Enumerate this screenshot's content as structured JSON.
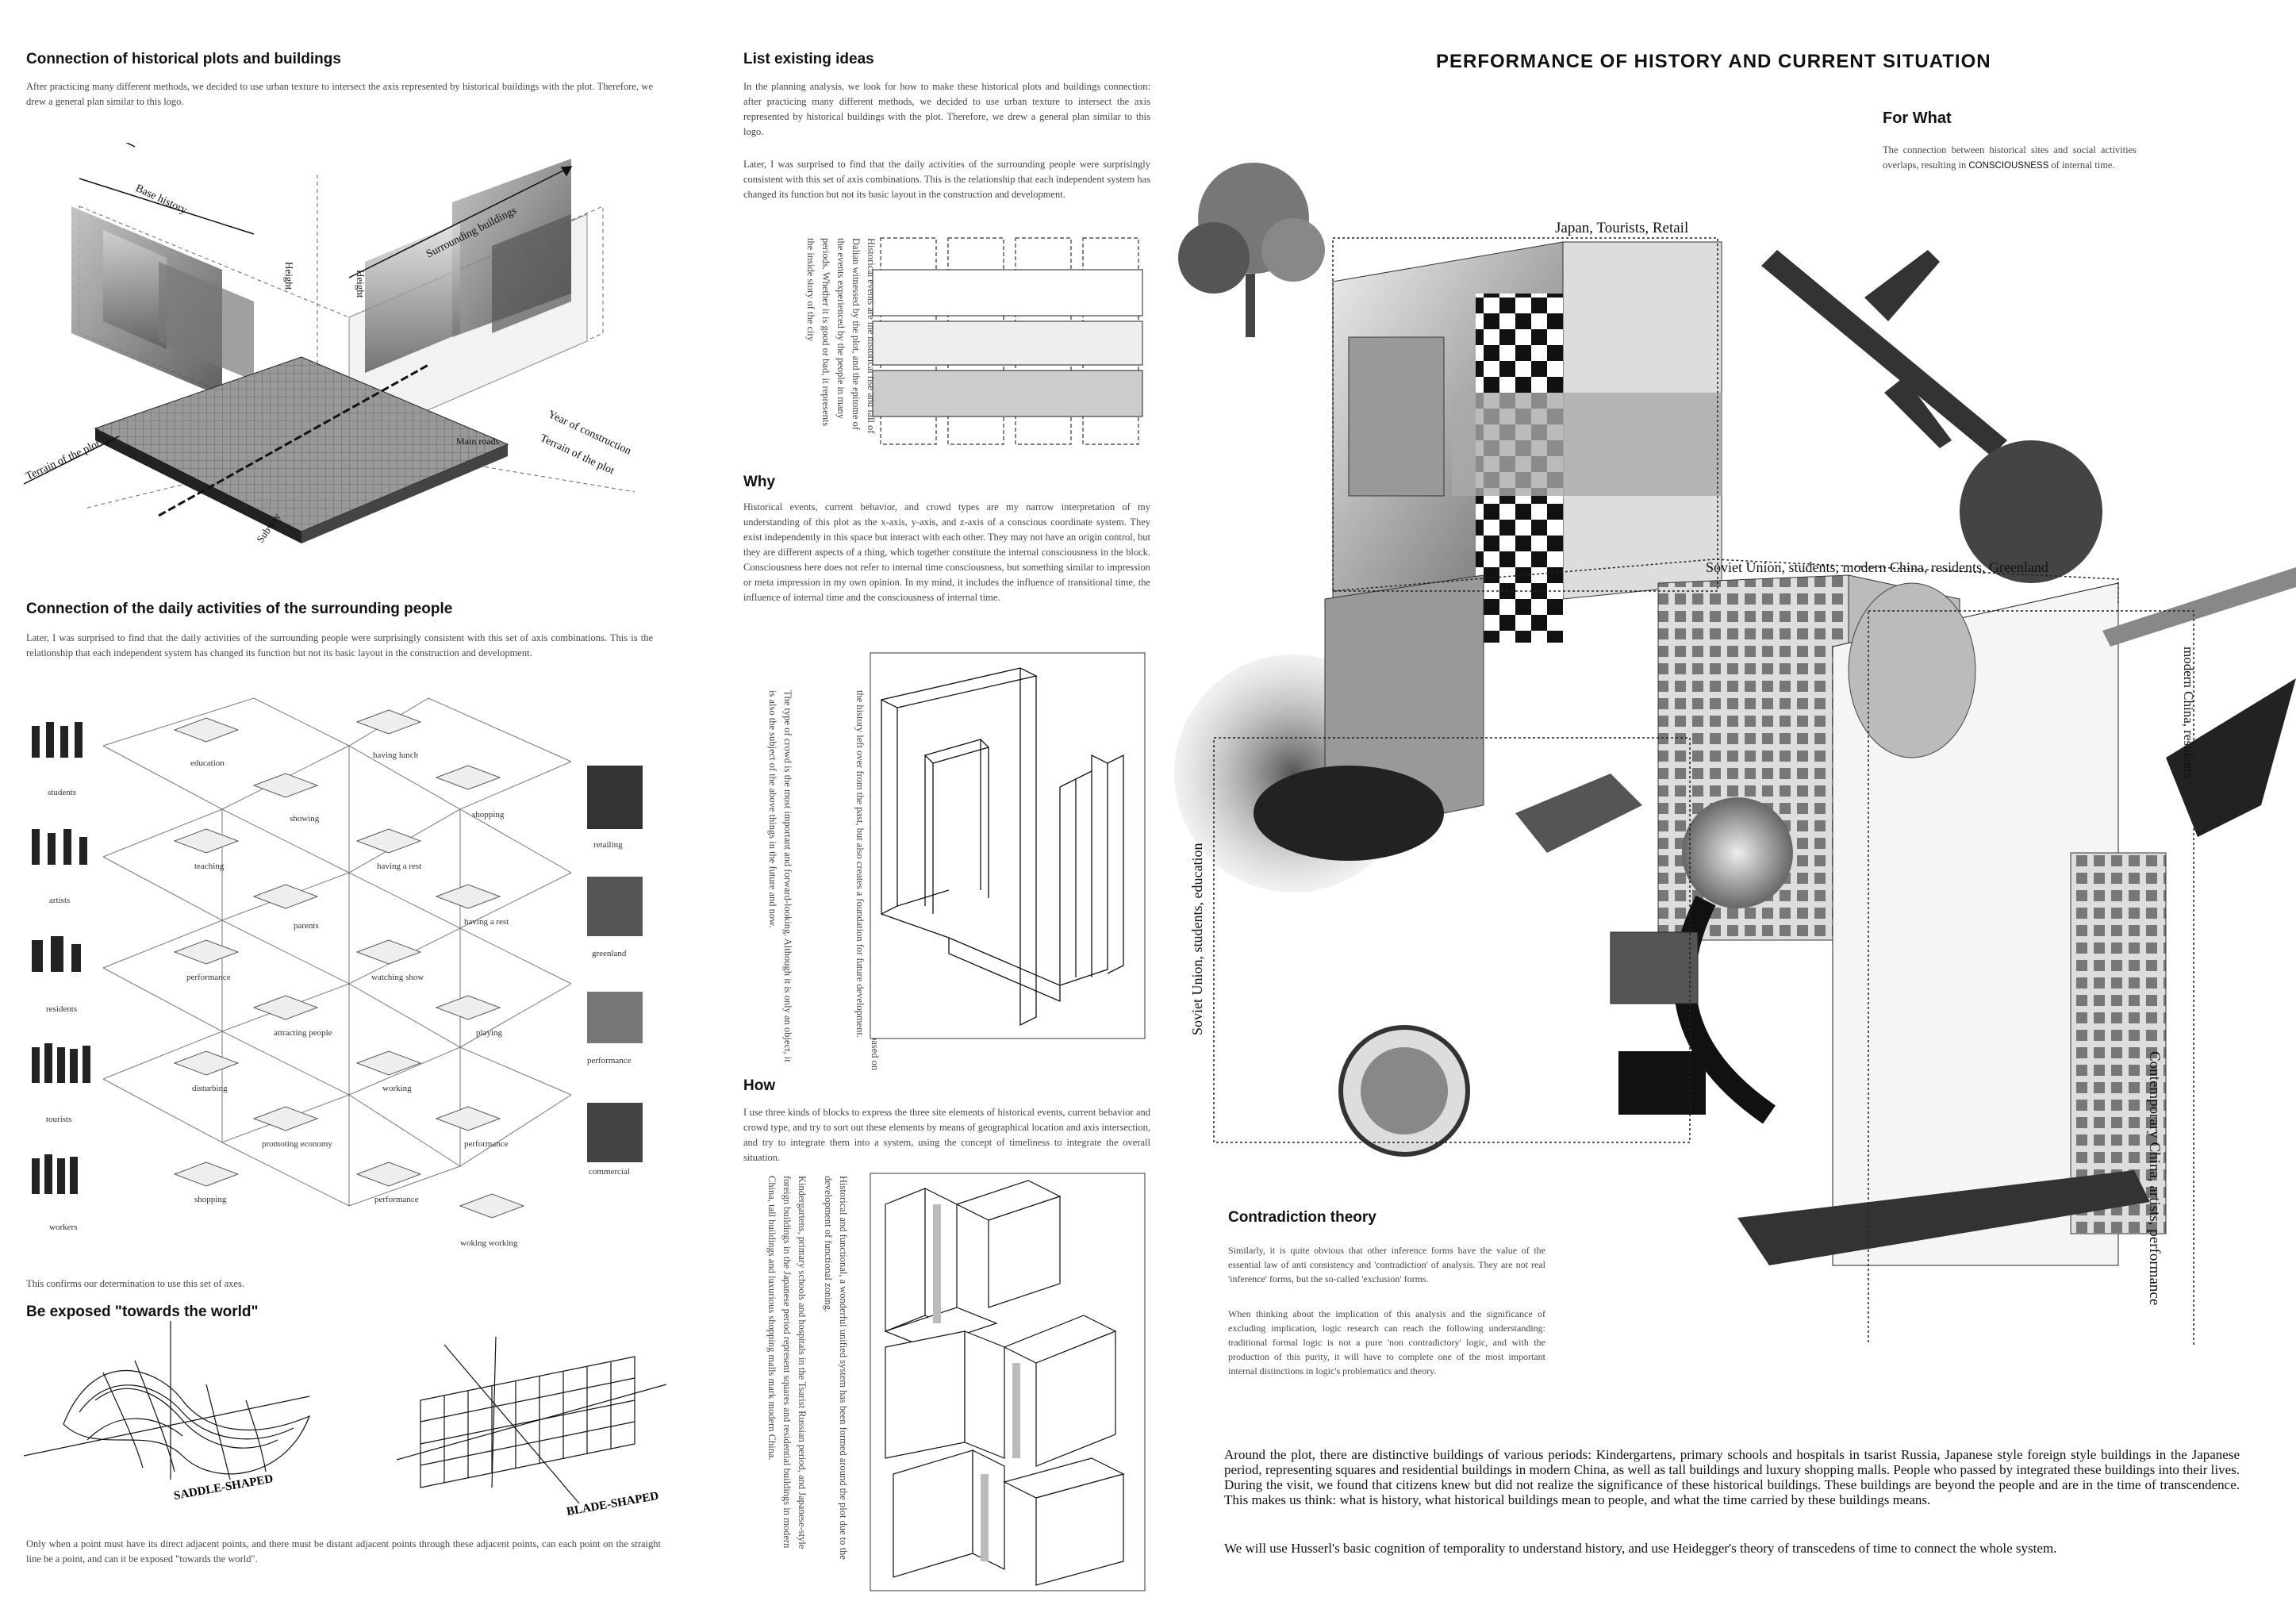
{
  "col1": {
    "s1": {
      "heading": "Connection of historical plots and buildings",
      "body": "After practicing many different methods, we decided to use urban texture to intersect the axis represented by historical buildings with the plot. Therefore, we drew a general plan similar to this logo.",
      "labels": {
        "base_history": "Base history",
        "surrounding_buildings": "Surrounding buildings",
        "height_a": "Height",
        "height_b": "Height",
        "terrain_left": "Terrain of the plot",
        "terrain_right": "Terrain of the plot",
        "year_construction": "Year of construction",
        "main_roads": "Main roads",
        "subway": "Subway"
      }
    },
    "s2": {
      "heading": "Connection of the daily activities of the surrounding people",
      "body": "Later, I was surprised to find that the daily activities of the surrounding people were surprisingly consistent with this set of axis combinations. This is the relationship that each independent system has changed its function but not its basic layout in the construction and development.",
      "people": [
        "students",
        "artists",
        "residents",
        "tourists",
        "workers"
      ],
      "places": [
        "retailing",
        "greenland",
        "performance",
        "commercial"
      ],
      "activities": [
        "education",
        "having lunch",
        "showing",
        "shopping",
        "teaching",
        "having a rest",
        "parents",
        "having a rest",
        "performance",
        "watching show",
        "attracting people",
        "playing",
        "disturbing",
        "working",
        "promoting economy",
        "performance",
        "shopping",
        "performance",
        "woking working"
      ],
      "confirm": "This confirms our determination to use this set of axes."
    },
    "s3": {
      "heading": "Be exposed \"towards the world\"",
      "saddle": "SADDLE-SHAPED",
      "blade": "BLADE-SHAPED",
      "body": "Only when a point must have its direct adjacent points, and there must be distant adjacent points through these adjacent points, can each point on the straight line be a point, and can it be exposed \"towards the world\"."
    }
  },
  "col2": {
    "s1": {
      "heading": "List existing ideas",
      "body1": "In the planning analysis, we look for how to make these historical plots and buildings connection: after practicing many different methods, we decided to use urban texture to intersect the axis represented by historical buildings with the plot. Therefore, we drew a general plan similar to this logo.",
      "body2": "Later, I was surprised to find that the daily activities of the surrounding people were surprisingly consistent with this set of axis combinations. This is the relationship that each independent system has changed its function but not its basic layout in the construction and development.",
      "vertical": "Historical events are the historical rise and fall of Dalian witnessed by the plot, and the epitome of the events experienced by the people in many periods. Whether it is good or bad, it represents the inside story of the city"
    },
    "s2": {
      "heading": "Why",
      "body": "Historical events, current behavior, and crowd types are my narrow interpretation of my understanding of this plot as the x-axis, y-axis, and z-axis of a conscious coordinate system. They exist independently in this space but interact with each other. They may not have an origin control, but they are different aspects of a thing, which together constitute the internal consciousness in the block. Consciousness here does not refer to internal time consciousness, but something similar to impression or meta impression in my own opinion. In my mind, it includes the influence of transitional time, the influence of internal time and the consciousness of internal time.",
      "vertical1": "Current situation behavior is the way people use this base at present, which is not only based on the history left over from the past, but also creates a foundation for future development.",
      "vertical2": "The type of crowd is the most important and forward-looking. Although it is only an object, it is also the subject of the above things in the future and now."
    },
    "s3": {
      "heading": "How",
      "body": "I use three kinds of blocks to express the three site elements of historical events, current behavior and crowd type, and try to sort out these elements by means of geographical location and axis intersection, and try to integrate them into a system, using the concept of timeliness to integrate the overall situation.",
      "vertical1": "Historical and functional, a wonderful unified system has been formed around the plot due to the development of functional zoning.",
      "vertical2": "Kindergartens, primary schools and hospitals in the Tsarist Russian period, and Japanese-style foreign buildings in the Japanese period represent squares and residential buildings in modern China, tall buildings and luxurious shopping malls mark modern China."
    }
  },
  "col3": {
    "title": "PERFORMANCE OF HISTORY AND CURRENT SITUATION",
    "for_what_heading": "For What",
    "for_what_body_a": "The connection between historical sites and social activities overlaps, resulting in ",
    "for_what_body_b": "CONSCIOUSNESS",
    "for_what_body_c": " of internal time.",
    "collage_labels": {
      "top": "Japan, Tourists, Retail",
      "middle": "Soviet Union, students,  modern China, residents, Greenland",
      "left": "Soviet Union, students, education",
      "right": "Contemporary China, artists, performance",
      "right_top": "modern China, residents"
    },
    "contradiction_heading": "Contradiction theory",
    "contradiction_body1": "Similarly, it is quite obvious that other inference forms have the value of the essential law of anti consistency and 'contradiction' of analysis. They are not real 'inference' forms, but the so-called 'exclusion' forms.",
    "contradiction_body2": "When thinking about the implication of this analysis and the significance of excluding implication, logic research can reach the following understanding: traditional formal logic is not a pure 'non contradictory' logic, and with the production of this purity, it will have to complete one of the most important internal distinctions in logic's problematics and theory.",
    "bottom_p1": "Around the plot, there are distinctive buildings of various periods: Kindergartens, primary schools and hospitals in tsarist Russia, Japanese style foreign style buildings in the Japanese period, representing squares and residential buildings in modern China, as well as tall buildings and luxury shopping malls. People who passed by integrated these buildings into their lives. During the visit, we found that citizens knew but did not realize the significance of these historical buildings. These buildings are beyond the people and are in the time of transcendence. This makes us think: what is history, what historical buildings mean to people, and what the time carried by these buildings means.",
    "bottom_p2": "We will use Husserl's basic cognition of temporality to understand history, and use Heidegger's theory of transcedens of time to connect the whole system."
  }
}
